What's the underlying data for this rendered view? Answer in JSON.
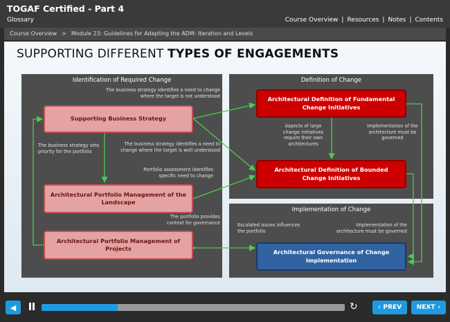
{
  "header": {
    "course_title": "TOGAF Certified - Part 4",
    "glossary_label": "Glossary",
    "links": [
      "Course Overview",
      "Resources",
      "Notes",
      "Contents"
    ]
  },
  "breadcrumb": {
    "items": [
      "Course Overview",
      "Module 23: Guidelines for Adapting the ADM: Iteration and Levels"
    ],
    "separator": ">"
  },
  "slide": {
    "title_light": "SUPPORTING DIFFERENT ",
    "title_bold": "TYPES OF ENGAGEMENTS",
    "panels": {
      "left": "Identification of Required Change",
      "top_right": "Definition of Change",
      "bottom_right": "Implementation of Change"
    },
    "boxes": {
      "supporting_business_strategy": "Supporting Business Strategy",
      "portfolio_landscape": "Architectural Portfolio Management of the Landscape",
      "portfolio_projects": "Architectural Portfolio Management of Projects",
      "fundamental_change": "Architectural Definition of Fundamental Change Initiatives",
      "bounded_change": "Architectural Definition of Bounded Change Initiatives",
      "governance": "Architectural Governance of Change Implementation"
    },
    "notes": {
      "not_understood": "The business strategy identifies a need to change where the target is not understood",
      "sets_priority": "The business strategy sets priority for the portfolio",
      "well_understood": "The business strategy identifies a need to change where the target is well understood",
      "assessment": "Portfolio assessment identifies specific need to change",
      "context": "The portfolio provides context for governance",
      "aspects": "Aspects of large change initiatives require their own architectures",
      "governed_top": "Implementation of the architecture must be governed",
      "escalated": "Escalated issues influences the portfolio",
      "governed_bottom": "Implementation of the architecture must be governed"
    }
  },
  "controls": {
    "progress_fraction": 0.25,
    "prev_label": "PREV",
    "next_label": "NEXT",
    "colors": {
      "accent": "#1e9be0",
      "arrow": "#4ccc4c"
    }
  }
}
